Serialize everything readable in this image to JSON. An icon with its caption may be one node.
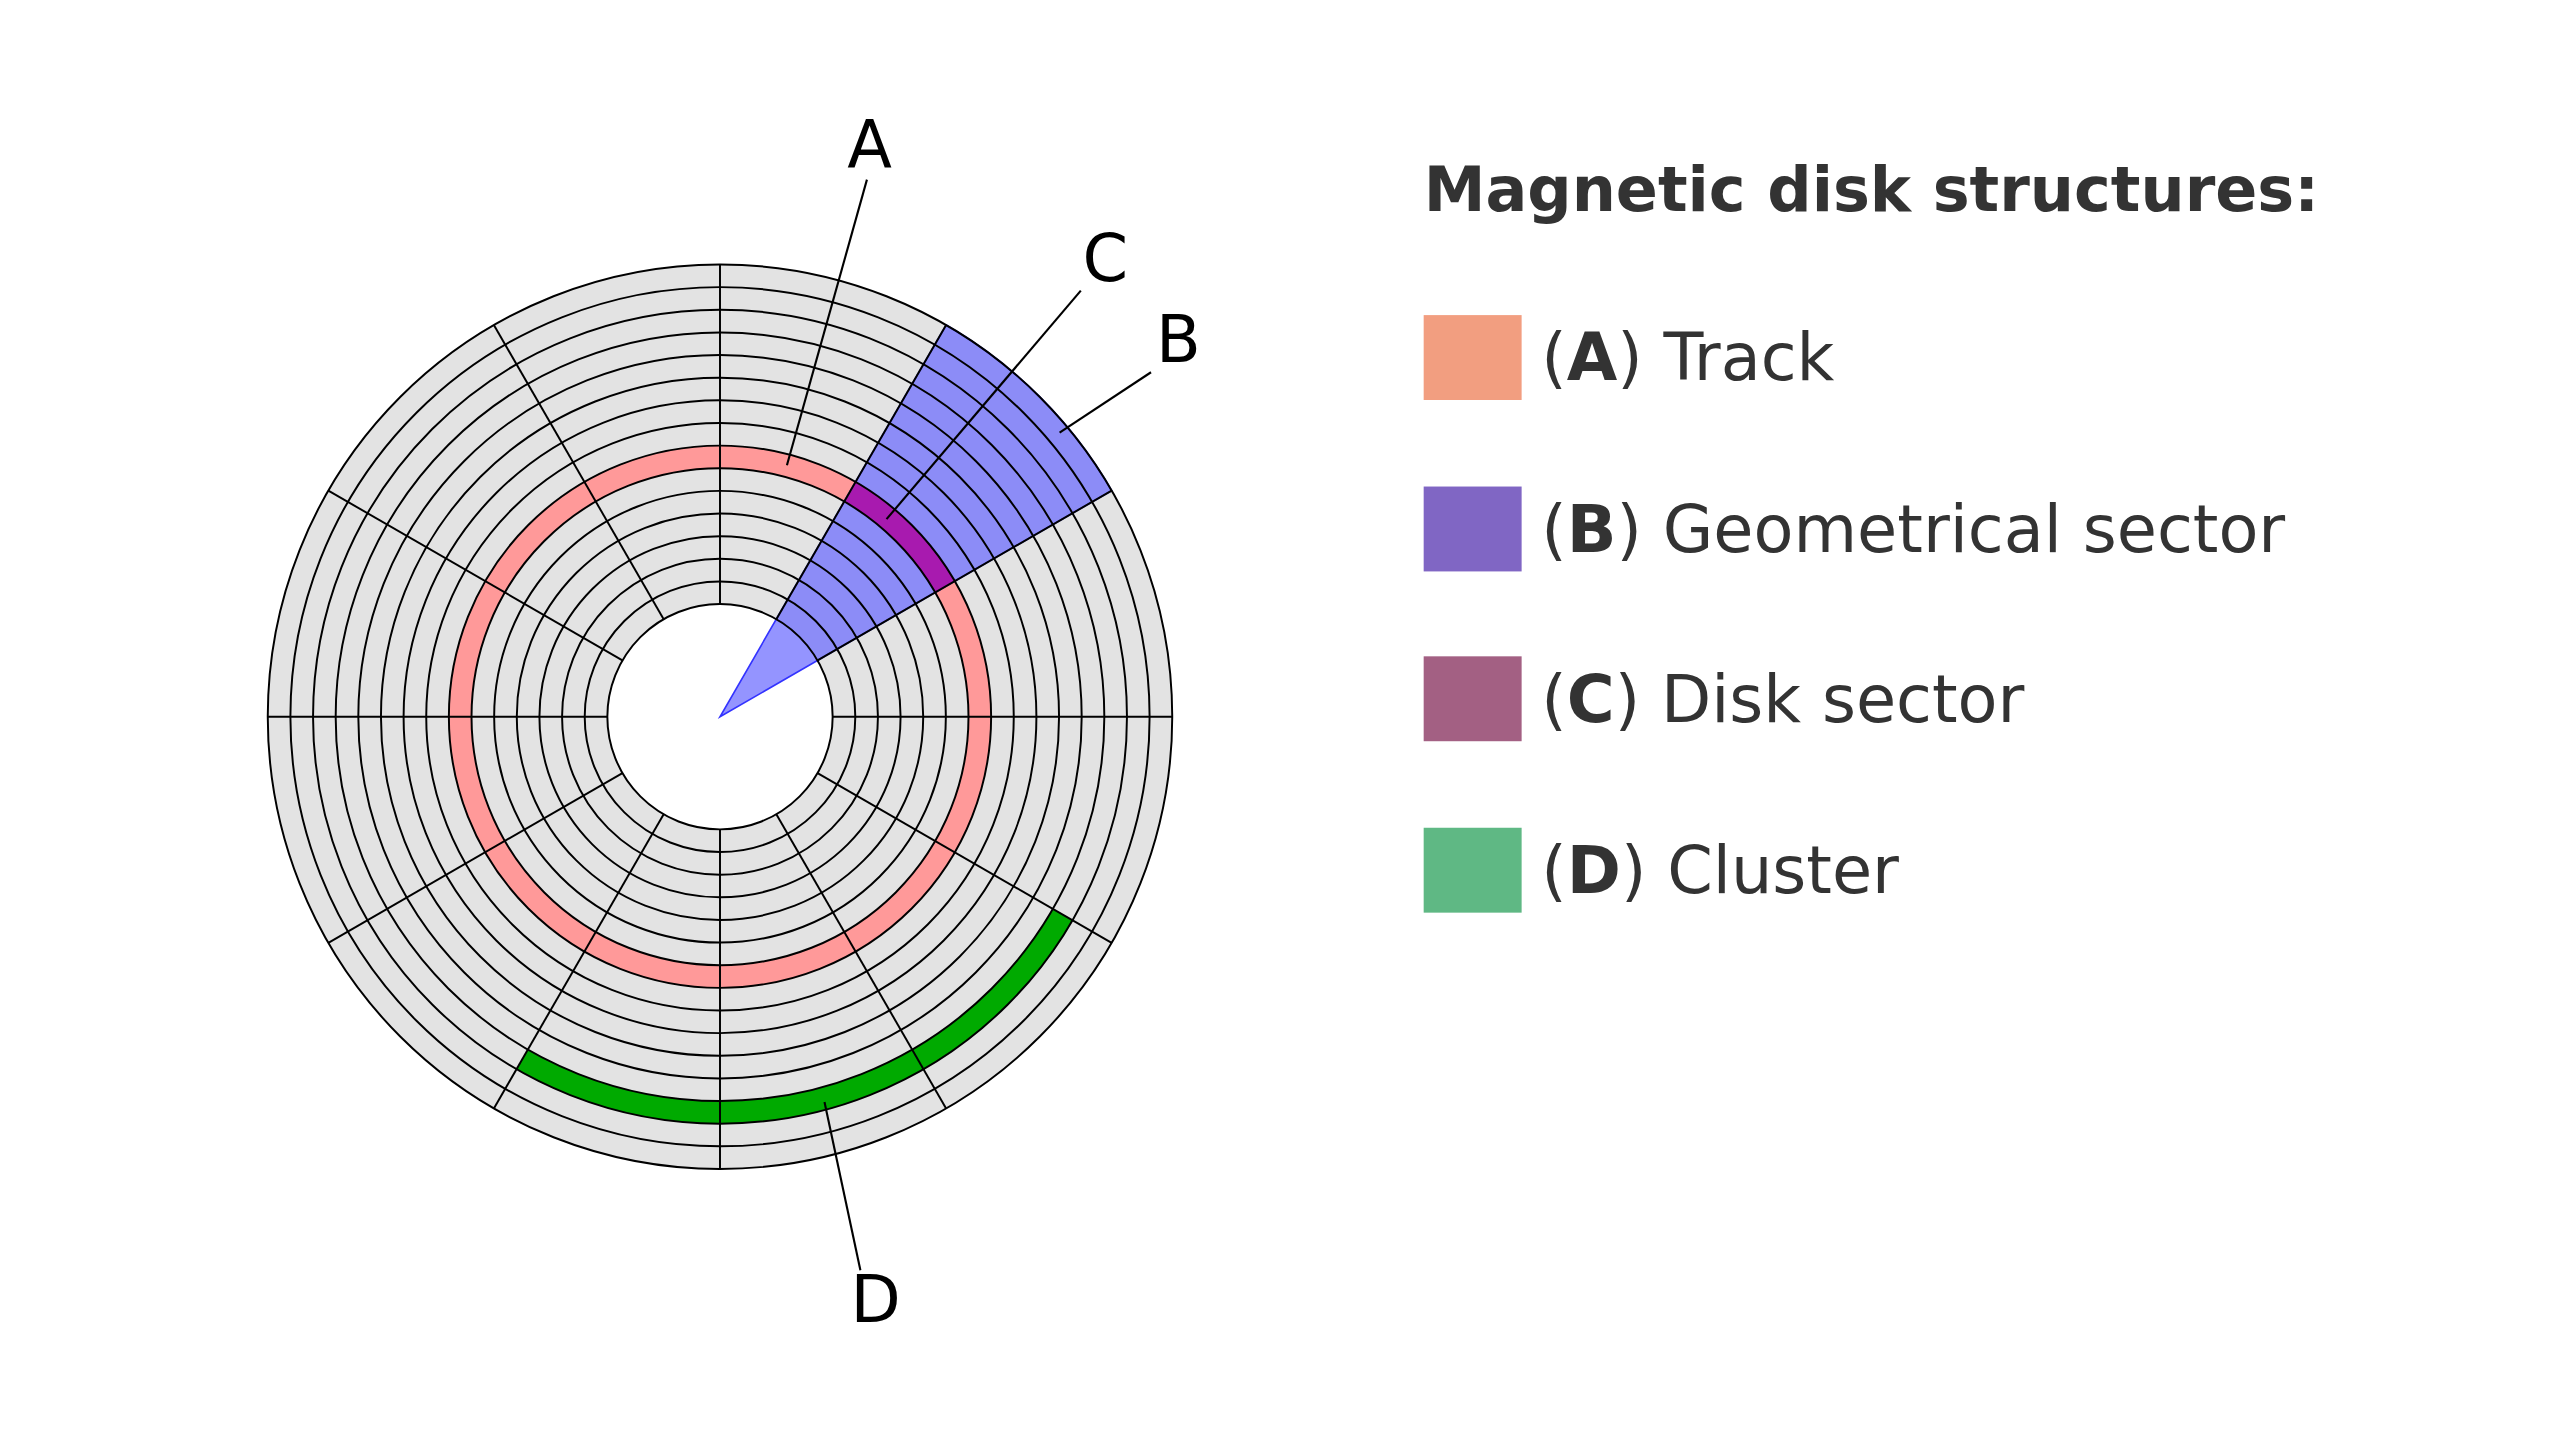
{
  "diagram": {
    "title": "Magnetic disk structures:",
    "nodes": [
      {
        "text": [
          "A"
        ]
      },
      {
        "text": [],
        "shape": "ring"
      },
      {
        "text": [
          "C"
        ]
      },
      {
        "text": [],
        "shape": "arc"
      },
      {
        "text": [
          "B"
        ]
      },
      {
        "text": [],
        "shape": "sector"
      },
      {
        "text": [
          "D"
        ]
      },
      {
        "text": [],
        "shape": "arc"
      }
    ],
    "edges": [
      {
        "from": 0,
        "to": 1,
        "arrow": "none"
      },
      {
        "from": 2,
        "to": 3,
        "arrow": "none"
      },
      {
        "from": 4,
        "to": 5,
        "arrow": "none"
      },
      {
        "from": 6,
        "to": 7,
        "arrow": "none"
      }
    ],
    "legend": [
      {
        "text": "(**A**) Track",
        "color": "#f29e80"
      },
      {
        "text": "(**B**) Geometrical sector",
        "color": "#8066c4"
      },
      {
        "text": "(**C**) Disk sector",
        "color": "#a36083"
      },
      {
        "text": "(**D**) Cluster",
        "color": "#5fb884"
      }
    ]
  }
}
